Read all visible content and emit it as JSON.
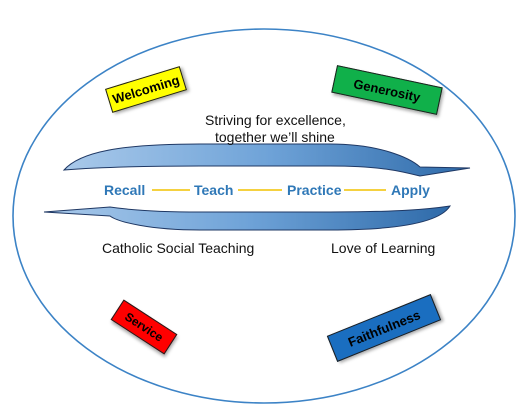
{
  "diagram": {
    "tagline_line1": "Striving for excellence,",
    "tagline_line2": "together we’ll shine",
    "steps": [
      "Recall",
      "Teach",
      "Practice",
      "Apply"
    ],
    "left_caption": "Catholic Social Teaching",
    "right_caption": "Love of Learning",
    "values": {
      "welcoming": "Welcoming",
      "generosity": "Generosity",
      "service": "Service",
      "faithfulness": "Faithfulness"
    },
    "colors": {
      "ellipse_stroke": "#3c83c6",
      "arrow_fill": "#7faedd",
      "arrow_stroke": "#1f3864",
      "step_text": "#2f78b7",
      "connector": "#f2c200",
      "welcoming": "#ffff00",
      "generosity": "#10b04a",
      "service": "#ff0000",
      "faithfulness": "#1a6ec0"
    }
  }
}
